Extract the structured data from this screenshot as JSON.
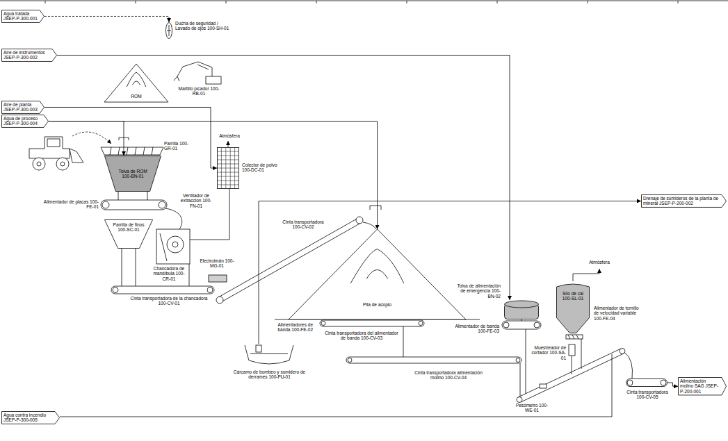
{
  "diagram": {
    "nodes": [
      {
        "text": [
          "Agua tratada JSEP-P-300-001"
        ]
      },
      {
        "text": [
          "Ducha de seguridad / Lavado de ojos 100-SH-01"
        ]
      },
      {
        "text": [
          "Aire de instrumentos JSEP-P-300-002"
        ]
      },
      {
        "text": [
          "ROM"
        ]
      },
      {
        "text": [
          "Aire de planta JSEP-P-300-003"
        ]
      },
      {
        "text": [
          "Agua de proceso JSEP-P-300-004"
        ]
      },
      {
        "text": [
          "Tolva de ROM 100-BN-01"
        ]
      },
      {
        "text": [
          "Colector de polvo 100-DC-01"
        ]
      },
      {
        "text": [
          "Drenaje de sumideros de la planta de mineral JSEP-P-200-002"
        ]
      },
      {
        "text": [
          "Parrilla de finos 100-SC-01"
        ]
      },
      {
        "text": [
          "Pila de acopio"
        ]
      },
      {
        "text": [
          "Cárcamo de bombeo y sumidero de derrames 100-PU-01"
        ]
      },
      {
        "text": [
          "Tolva de alimentación de emergencia 100-BN-02"
        ]
      },
      {
        "text": [
          "Silo de cal 100-SL-01"
        ]
      },
      {
        "text": [
          "Cinta transportadora 100-CV-05"
        ]
      },
      {
        "text": [
          "Alimentación molino SAG JSEP-P-200-001"
        ]
      },
      {
        "text": [
          "Agua contra incendio JSEP-P-300-005"
        ]
      }
    ],
    "edges": [
      {
        "from": 0,
        "to": 1,
        "arrow": "to"
      },
      {
        "from": 2,
        "to": 12,
        "arrow": "to"
      },
      {
        "from": 4,
        "to": 7,
        "arrow": "to"
      },
      {
        "from": 5,
        "to": 6,
        "arrow": "to"
      },
      {
        "from": 5,
        "to": 10,
        "arrow": "to"
      },
      {
        "from": 11,
        "to": 8,
        "arrow": "to"
      },
      {
        "from": 14,
        "to": 15,
        "arrow": "to"
      }
    ],
    "labels": [
      "Martillo picador 100-RB-01",
      "Parrilla 100-GR-01",
      "Atmósfera",
      "Alimentador de placas 100-FE-01",
      "Ventilador de extracción 100-FN-01",
      "Chancadora de mandíbula 100-CR-01",
      "Electroimán 100-MG-01",
      "Cinta transportadora de la chancadora 100-CV-01",
      "Cinta transportadora 100-CV-02",
      "Alimentadores de banda 100-FE-02",
      "Cinta transportadora del alimentador de banda 100-CV-03",
      "Alimentador de banda 100-FE-03",
      "Atmósfera",
      "Alimentador de tornillo de velocidad variable 100-FE-04",
      "Muestreador de cortador 100-SA-01",
      "Pesómetro 100-WE-01",
      "Cinta transportadora alimentación molino 100-CV-04"
    ]
  }
}
